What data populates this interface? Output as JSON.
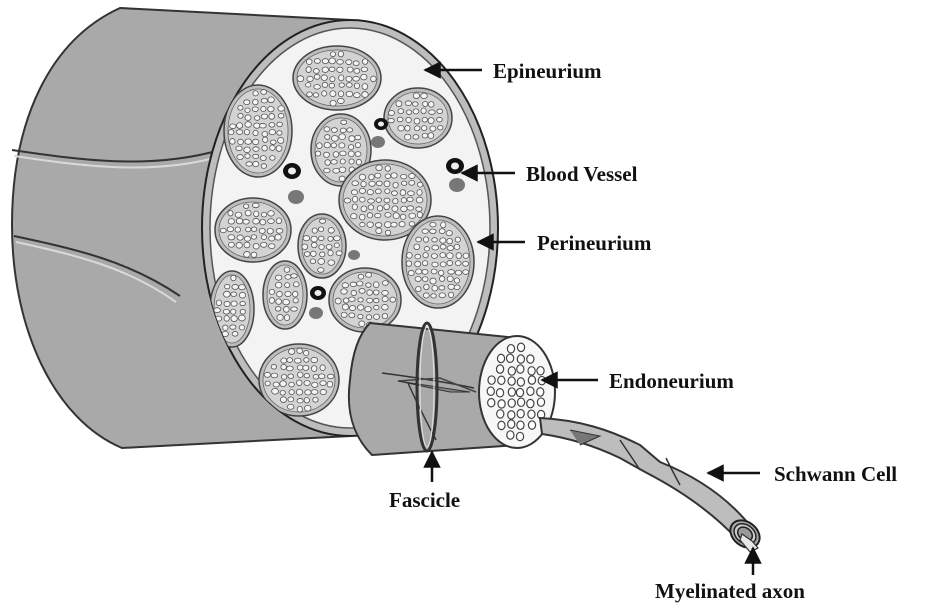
{
  "labels": {
    "epineurium": "Epineurium",
    "blood_vessel": "Blood Vessel",
    "perineurium": "Perineurium",
    "endoneurium": "Endoneurium",
    "schwann_cell": "Schwann Cell",
    "fascicle": "Fascicle",
    "myelinated_axon": "Myelinated axon"
  }
}
